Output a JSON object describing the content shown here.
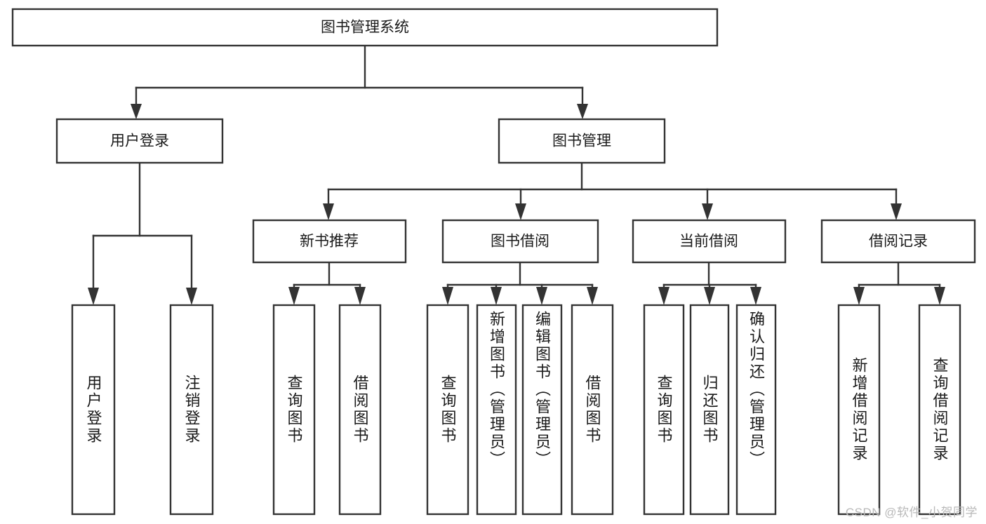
{
  "diagram": {
    "title": "图书管理系统",
    "type": "tree-hierarchy",
    "watermark": "CSDN @软件_小贺同学",
    "colors": {
      "box_stroke": "#333333",
      "box_fill": "#ffffff",
      "text": "#1a1a1a",
      "background": "#ffffff",
      "watermark": "#b9b9b9"
    },
    "nodes": {
      "root": {
        "label": "图书管理系统",
        "level": 1,
        "orientation": "horizontal"
      },
      "l2": [
        {
          "id": "user-login",
          "label": "用户登录",
          "level": 2,
          "orientation": "horizontal"
        },
        {
          "id": "book-management",
          "label": "图书管理",
          "level": 2,
          "orientation": "horizontal"
        }
      ],
      "l3": [
        {
          "id": "new-book-recommend",
          "label": "新书推荐",
          "level": 3,
          "orientation": "horizontal",
          "parent": "book-management"
        },
        {
          "id": "book-borrow",
          "label": "图书借阅",
          "level": 3,
          "orientation": "horizontal",
          "parent": "book-management"
        },
        {
          "id": "current-borrow",
          "label": "当前借阅",
          "level": 3,
          "orientation": "horizontal",
          "parent": "book-management"
        },
        {
          "id": "borrow-record",
          "label": "借阅记录",
          "level": 3,
          "orientation": "horizontal",
          "parent": "book-management"
        }
      ],
      "leaves": [
        {
          "id": "leaf-user-login",
          "label": "用户登录",
          "parent": "user-login",
          "orientation": "vertical"
        },
        {
          "id": "leaf-logout",
          "label": "注销登录",
          "parent": "user-login",
          "orientation": "vertical"
        },
        {
          "id": "leaf-query-book-1",
          "label": "查询图书",
          "parent": "new-book-recommend",
          "orientation": "vertical"
        },
        {
          "id": "leaf-borrow-book-1",
          "label": "借阅图书",
          "parent": "new-book-recommend",
          "orientation": "vertical"
        },
        {
          "id": "leaf-query-book-2",
          "label": "查询图书",
          "parent": "book-borrow",
          "orientation": "vertical"
        },
        {
          "id": "leaf-add-book",
          "label": "新增图书（管理员）",
          "parent": "book-borrow",
          "orientation": "vertical"
        },
        {
          "id": "leaf-edit-book",
          "label": "编辑图书（管理员）",
          "parent": "book-borrow",
          "orientation": "vertical"
        },
        {
          "id": "leaf-borrow-book-2",
          "label": "借阅图书",
          "parent": "book-borrow",
          "orientation": "vertical"
        },
        {
          "id": "leaf-query-book-3",
          "label": "查询图书",
          "parent": "current-borrow",
          "orientation": "vertical"
        },
        {
          "id": "leaf-return-book",
          "label": "归还图书",
          "parent": "current-borrow",
          "orientation": "vertical"
        },
        {
          "id": "leaf-confirm-return",
          "label": "确认归还（管理员）",
          "parent": "current-borrow",
          "orientation": "vertical"
        },
        {
          "id": "leaf-add-record",
          "label": "新增借阅记录",
          "parent": "borrow-record",
          "orientation": "vertical"
        },
        {
          "id": "leaf-query-record",
          "label": "查询借阅记录",
          "parent": "borrow-record",
          "orientation": "vertical"
        }
      ]
    }
  }
}
